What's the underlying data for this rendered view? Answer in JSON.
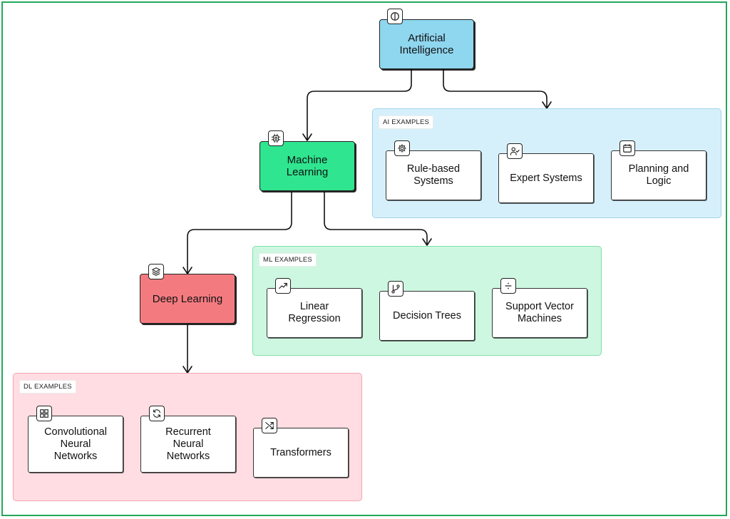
{
  "colors": {
    "frame": "#22a85a",
    "ai_node": "#8fd6ef",
    "ml_node": "#2fe58f",
    "dl_node": "#f37b80",
    "ai_group_bg": "#d6f0fb",
    "ai_group_border": "#9fd3ea",
    "ml_group_bg": "#cdf7e1",
    "ml_group_border": "#7fe0a8",
    "dl_group_bg": "#ffdde2",
    "dl_group_border": "#f5a3ae"
  },
  "nodes": {
    "ai": {
      "label": "Artificial\nIntelligence",
      "icon": "brain-icon"
    },
    "ml": {
      "label": "Machine\nLearning",
      "icon": "cpu-icon"
    },
    "dl": {
      "label": "Deep Learning",
      "icon": "layers-icon"
    }
  },
  "groups": {
    "ai_examples": {
      "tag": "AI EXAMPLES",
      "cards": [
        {
          "label": "Rule-based\nSystems",
          "icon": "gear-icon"
        },
        {
          "label": "Expert Systems",
          "icon": "user-check-icon"
        },
        {
          "label": "Planning and\nLogic",
          "icon": "calendar-icon"
        }
      ]
    },
    "ml_examples": {
      "tag": "ML EXAMPLES",
      "cards": [
        {
          "label": "Linear\nRegression",
          "icon": "trending-up-icon"
        },
        {
          "label": "Decision Trees",
          "icon": "git-branch-icon"
        },
        {
          "label": "Support Vector\nMachines",
          "icon": "divide-icon"
        }
      ]
    },
    "dl_examples": {
      "tag": "DL EXAMPLES",
      "cards": [
        {
          "label": "Convolutional\nNeural\nNetworks",
          "icon": "grid-icon"
        },
        {
          "label": "Recurrent\nNeural\nNetworks",
          "icon": "refresh-icon"
        },
        {
          "label": "Transformers",
          "icon": "shuffle-icon"
        }
      ]
    }
  }
}
